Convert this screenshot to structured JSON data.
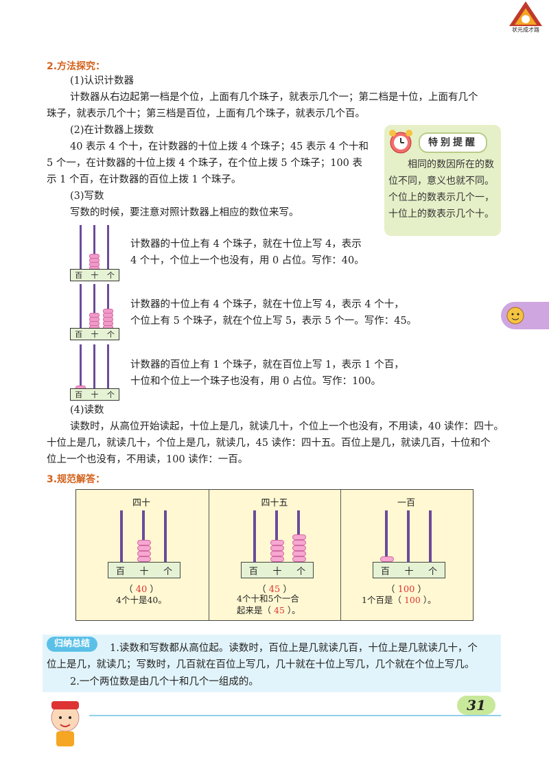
{
  "logo_text": "状元成才路",
  "s2": {
    "heading": "2.方法探究：",
    "p1_title": "(1)认识计数器",
    "p1_l1": "计数器从右边起第一档是个位，上面有几个珠子，就表示几个一；第二档是十位，上面有几个",
    "p1_l2": "珠子，就表示几个十；第三档是百位，上面有几个珠子，就表示几个百。",
    "p2_title": "(2)在计数器上拨数",
    "p2_l1": "40 表示 4 个十，在计数器的十位上拨 4 个珠子；45 表示 4 个十和",
    "p2_l2": "5 个一，在计数器的十位上拨 4 个珠子，在个位上拨 5 个珠子；100 表",
    "p2_l3": "示 1 个百，在计数器的百位上拨 1 个珠子。",
    "p3_title": "(3)写数",
    "p3_l1": "写数的时候，要注意对照计数器上相应的数位来写。",
    "ab1_l1": "计数器的十位上有 4 个珠子，就在十位上写 4，表示",
    "ab1_l2": "4 个十，个位上一个也没有，用 0 占位。写作：40。",
    "ab2_l1": "计数器的十位上有 4 个珠子，就在十位上写 4，表示 4 个十，",
    "ab2_l2": "个位上有 5 个珠子，就在个位上写 5，表示 5 个一。写作：45。",
    "ab3_l1": "计数器的百位上有 1 个珠子，就在百位上写 1，表示 1 个百，",
    "ab3_l2": "十位和个位上一个珠子也没有，用 0 占位。写作：100。",
    "p4_title": "(4)读数",
    "p4_l1": "读数时，从高位开始读起，十位上是几，就读几十，个位上一个也没有，不用读，40 读作：四十。",
    "p4_l2": "十位上是几，就读几十，个位上是几，就读几，45 读作：四十五。百位上是几，就读几百，十位和个",
    "p4_l3": "位上一个也没有，不用读，100 读作：一百。"
  },
  "abacus_labels": {
    "hundreds": "百",
    "tens": "十",
    "ones": "个"
  },
  "tip": {
    "title": "特别提醒",
    "body": "相同的数因所在的数位不同，意义也就不同。个位上的数表示几个一，十位上的数表示几个十。"
  },
  "s3": {
    "heading": "3.规范解答：",
    "c1_label": "四十",
    "c1_ans": "40",
    "c1_note": "4个十是40。",
    "c2_label": "四十五",
    "c2_ans": "45",
    "c2_note_l1": "4个十和5个一合",
    "c2_note_l2a": "起来是（",
    "c2_note_ans": "45",
    "c2_note_l2b": "）。",
    "c3_label": "一百",
    "c3_ans": "100",
    "c3_note_a": "1个百是（",
    "c3_note_ans": "100",
    "c3_note_b": "）。"
  },
  "summary": {
    "tag": "归纳总结",
    "l1": "1.读数和写数都从高位起。读数时，百位上是几就读几百，十位上是几就读几十，个",
    "l2": "位上是几，就读几；写数时，几百就在百位上写几，几十就在十位上写几，几个就在个位上写几。",
    "l3": "2.一个两位数是由几个十和几个一组成的。"
  },
  "page_number": "31"
}
